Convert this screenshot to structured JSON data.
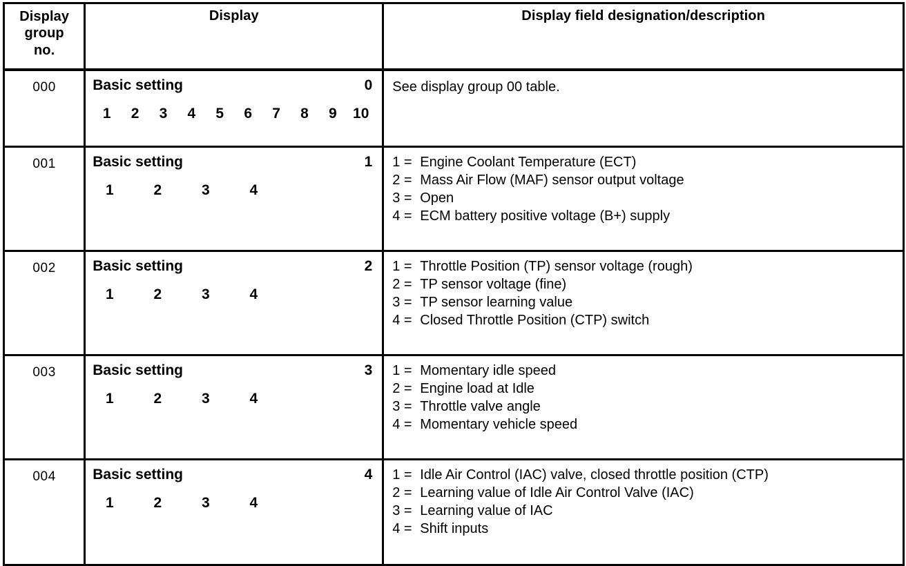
{
  "table": {
    "headers": {
      "group_no": [
        "Display",
        "group",
        "no."
      ],
      "display": "Display",
      "description": "Display field designation/description"
    },
    "basic_setting_label": "Basic setting",
    "rows": [
      {
        "group_no": "000",
        "display_label": "Basic setting",
        "display_value": "0",
        "display_fields": [
          "1",
          "2",
          "3",
          "4",
          "5",
          "6",
          "7",
          "8",
          "9",
          "10"
        ],
        "description_plain": "See display group 00 table.",
        "description_items": []
      },
      {
        "group_no": "001",
        "display_label": "Basic setting",
        "display_value": "1",
        "display_fields": [
          "1",
          "2",
          "3",
          "4"
        ],
        "description_plain": "",
        "description_items": [
          {
            "key": "1 =",
            "text": "Engine Coolant Temperature (ECT)"
          },
          {
            "key": "2 =",
            "text": "Mass Air Flow (MAF) sensor output voltage"
          },
          {
            "key": "3 =",
            "text": "Open"
          },
          {
            "key": "4 =",
            "text": "ECM battery positive voltage (B+) supply"
          }
        ]
      },
      {
        "group_no": "002",
        "display_label": "Basic setting",
        "display_value": "2",
        "display_fields": [
          "1",
          "2",
          "3",
          "4"
        ],
        "description_plain": "",
        "description_items": [
          {
            "key": "1 =",
            "text": "Throttle Position (TP) sensor voltage (rough)"
          },
          {
            "key": "2 =",
            "text": "TP sensor voltage (fine)"
          },
          {
            "key": "3 =",
            "text": "TP sensor learning value"
          },
          {
            "key": "4 =",
            "text": "Closed Throttle Position (CTP) switch"
          }
        ]
      },
      {
        "group_no": "003",
        "display_label": "Basic setting",
        "display_value": "3",
        "display_fields": [
          "1",
          "2",
          "3",
          "4"
        ],
        "description_plain": "",
        "description_items": [
          {
            "key": "1 =",
            "text": "Momentary idle speed"
          },
          {
            "key": "2 =",
            "text": "Engine load at Idle"
          },
          {
            "key": "3 =",
            "text": "Throttle valve angle"
          },
          {
            "key": "4 =",
            "text": "Momentary vehicle speed"
          }
        ]
      },
      {
        "group_no": "004",
        "display_label": "Basic setting",
        "display_value": "4",
        "display_fields": [
          "1",
          "2",
          "3",
          "4"
        ],
        "description_plain": "",
        "description_items": [
          {
            "key": "1 =",
            "text": "Idle Air Control (IAC) valve, closed throttle position (CTP)"
          },
          {
            "key": "2 =",
            "text": "Learning value of Idle Air Control Valve (IAC)"
          },
          {
            "key": "3 =",
            "text": "Learning value of IAC"
          },
          {
            "key": "4 =",
            "text": "Shift inputs"
          }
        ]
      }
    ]
  },
  "colors": {
    "border": "#000000",
    "background": "#ffffff",
    "text": "#000000"
  }
}
